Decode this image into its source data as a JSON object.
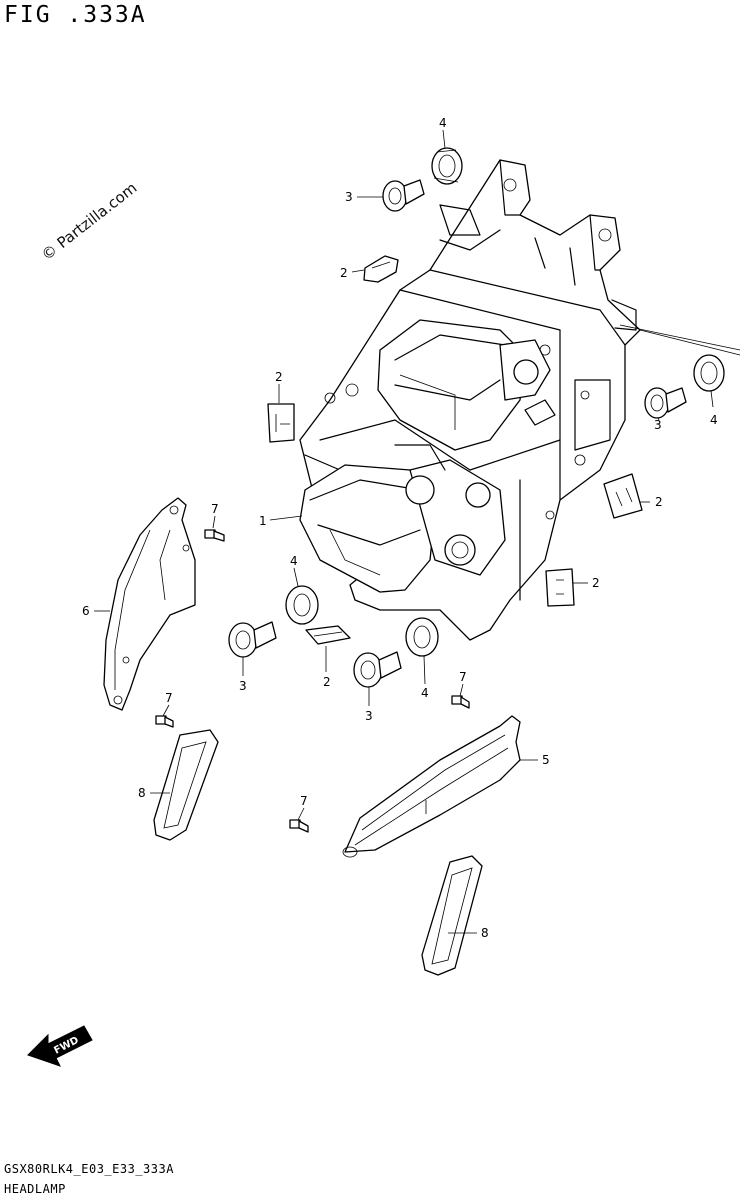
{
  "header": {
    "figure_title": "FIG .333A"
  },
  "watermark": {
    "text": "© Partzilla.com"
  },
  "footer": {
    "model_code": "GSX80RLK4_E03_E33_333A",
    "section_name": "HEADLAMP"
  },
  "fwd_badge": {
    "text": "FWD"
  },
  "callouts": {
    "c1": "1",
    "c2a": "2",
    "c2b": "2",
    "c2c": "2",
    "c2d": "2",
    "c2e": "2",
    "c3a": "3",
    "c3b": "3",
    "c3c": "3",
    "c3d": "3",
    "c4a": "4",
    "c4b": "4",
    "c4c": "4",
    "c4d": "4",
    "c5": "5",
    "c6": "6",
    "c7a": "7",
    "c7b": "7",
    "c7c": "7",
    "c7d": "7",
    "c8a": "8",
    "c8b": "8"
  }
}
